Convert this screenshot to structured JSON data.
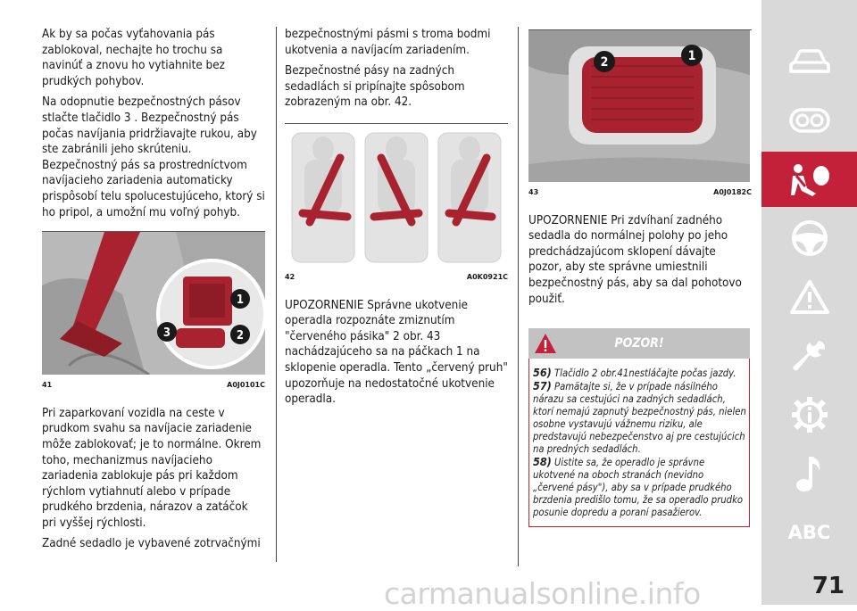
{
  "col1": {
    "p1": "Ak by sa počas vyťahovania pás zablokoval, nechajte ho trochu sa navinúť a znovu ho vytiahnite bez prudkých pohybov.",
    "p2": "Na odopnutie bezpečnostných pásov stlačte tlačidlo 3 . Bezpečnostný pás počas navíjania pridržiavajte rukou, aby ste zabránili jeho skrúteniu. Bezpečnostný pás sa prostredníctvom navíjacieho zariadenia automaticky prispôsobí telu spolucestujúceho, ktorý si ho pripol, a umožní mu voľný pohyb.",
    "fig_num": "41",
    "fig_code": "A0J0101C",
    "callouts": [
      "1",
      "2",
      "3"
    ],
    "p3": "Pri zaparkovaní vozidla na ceste v prudkom svahu sa navíjacie zariadenie môže zablokovať; je to normálne. Okrem toho, mechanizmus navíjacieho zariadenia zablokuje pás pri každom rýchlom vytiahnutí alebo v prípade prudkého brzdenia, nárazov a zatáčok pri vyššej rýchlosti.",
    "p4": "Zadné sedadlo je vybavené zotrvačnými"
  },
  "col2": {
    "p1": "bezpečnostnými pásmi s troma bodmi ukotvenia a navíjacím zariadením.",
    "p2": "Bezpečnostné pásy na zadných sedadlách si pripínajte spôsobom zobrazeným na obr. 42.",
    "fig_num": "42",
    "fig_code": "A0K0921C",
    "p3": "UPOZORNENIE Správne ukotvenie operadla rozpoznáte zmiznutím \"červeného pásika\" 2 obr. 43 nachádzajúceho sa na páčkach 1 na sklopenie operadla. Tento „červený pruh\" upozorňuje na nedostatočné ukotvenie operadla."
  },
  "col3": {
    "fig_num": "43",
    "fig_code": "A0J0182C",
    "callouts": [
      "1",
      "2"
    ],
    "p1": "UPOZORNENIE Pri zdvíhaní zadného sedadla do normálnej polohy po jeho predchádzajúcom sklopení dávajte pozor, aby ste správne umiestnili bezpečnostný pás, aby sa dal pohotovo použiť.",
    "warning": {
      "title": "POZOR!",
      "items": [
        {
          "num": "56)",
          "text": "Tlačidlo 2 obr.41nestláčajte počas jazdy."
        },
        {
          "num": "57)",
          "text": "Pamätajte si, že v prípade násilného nárazu sa cestujúci na zadných sedadlách, ktorí nemajú zapnutý bezpečnostný pás, nielen osobne vystavujú vážnemu riziku, ale predstavujú nebezpečenstvo aj pre cestujúcich na predných sedadlách."
        },
        {
          "num": "58)",
          "text": "Uistite sa, že operadlo je správne ukotvené na oboch stranách (nevidno „červené pásy\"), aby sa v prípade prudkého brzdenia predišlo tomu, že sa operadlo prudko posunie dopredu a poraní pasažierov."
        }
      ]
    }
  },
  "sidebar": {
    "icons": [
      "car-icon",
      "dashboard-icon",
      "seatbelt-airbag-icon",
      "steering-wheel-icon",
      "warning-triangle-icon",
      "wrench-icon",
      "service-gear-icon",
      "music-note-icon",
      "abc-index-icon"
    ],
    "active": "seatbelt-airbag-icon",
    "abc_label": "ABC"
  },
  "page_number": "71",
  "watermark": "carmanualsonline.info",
  "colors": {
    "accent": "#c3203a",
    "sidebar_bg": "#d9d9d9",
    "belt_red": "#a8222f"
  }
}
